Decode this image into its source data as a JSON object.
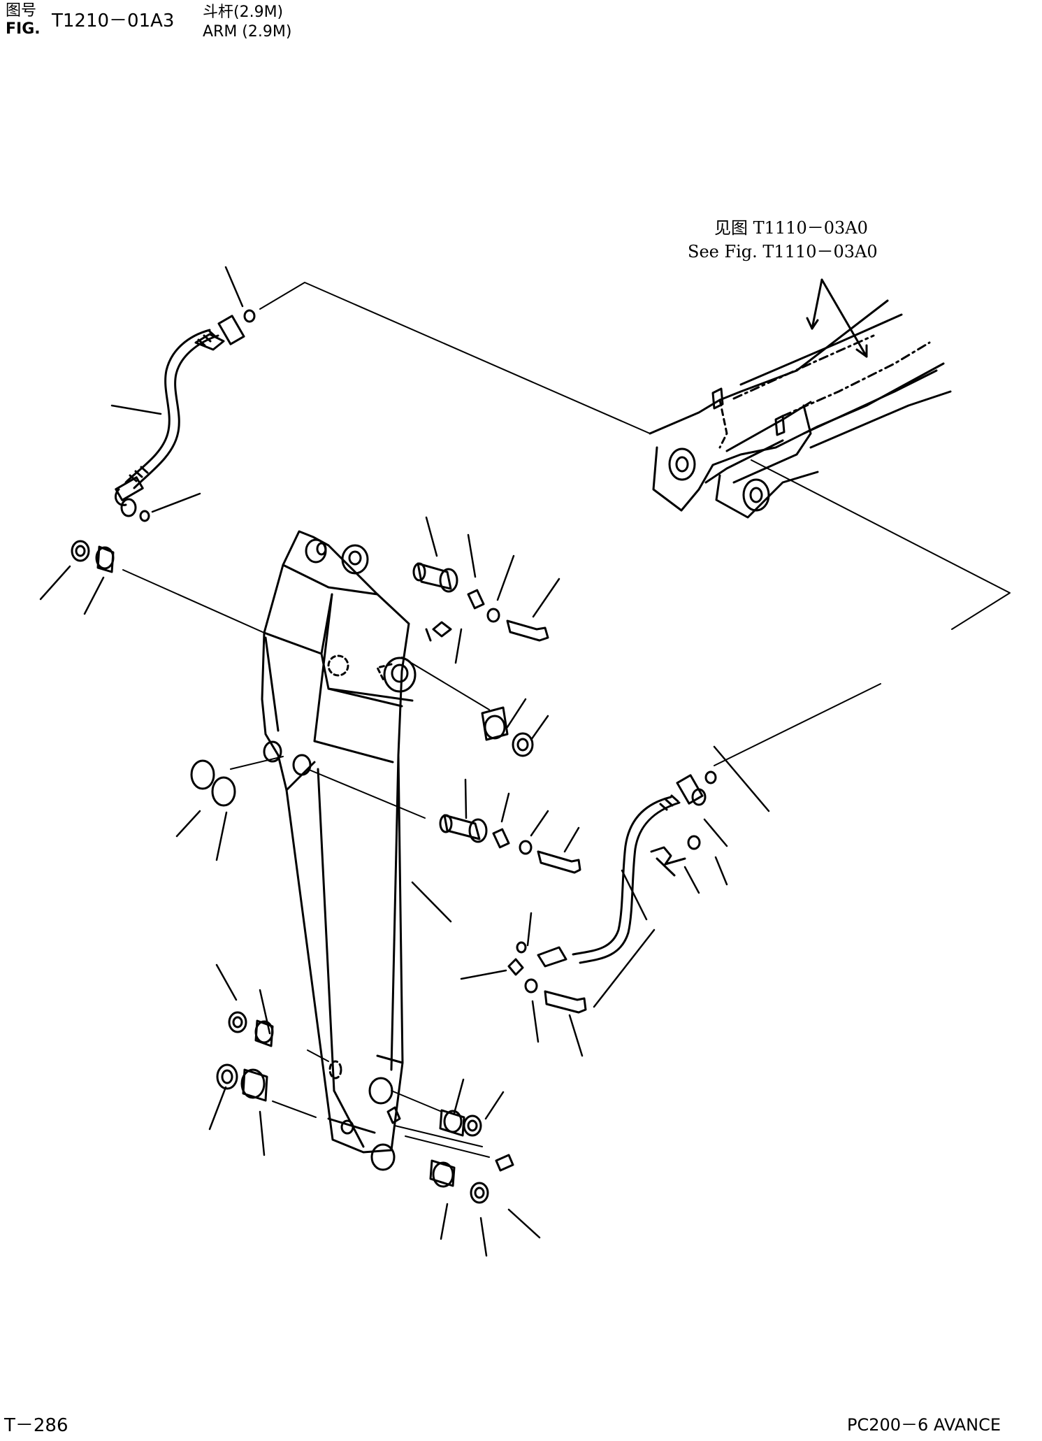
{
  "header": {
    "fig_label_cn": "图号",
    "fig_label_en": "FIG.",
    "fig_number": "T1210－01A3",
    "title_cn": "斗杆(2.9M)",
    "title_en": "ARM (2.9M)"
  },
  "reference": {
    "cn": "见图 T1110－03A0",
    "en": "See Fig. T1110－03A0"
  },
  "footer": {
    "page": "T－286",
    "model": "PC200－6 AVANCE"
  }
}
